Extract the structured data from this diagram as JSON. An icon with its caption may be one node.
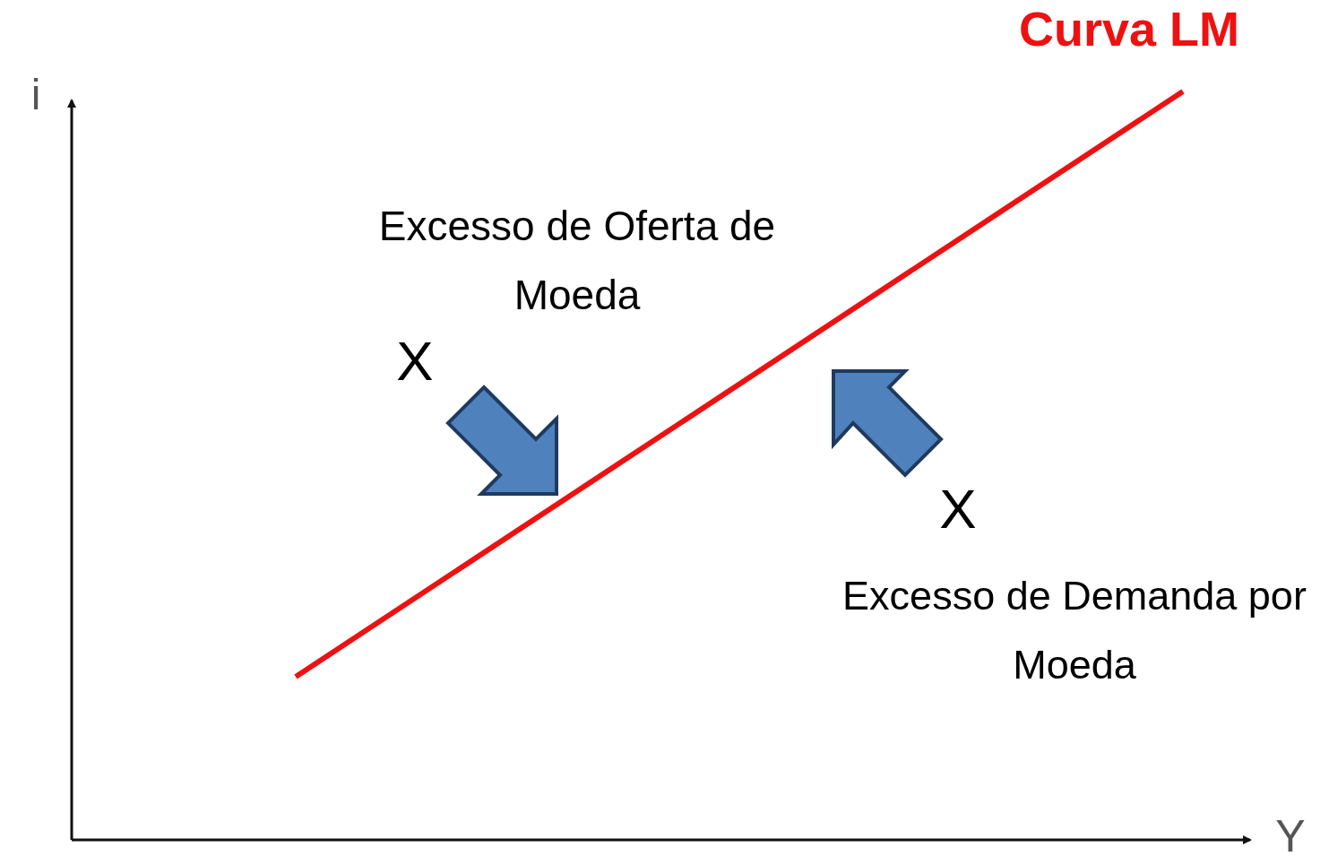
{
  "diagram": {
    "labels": [
      "Curva LM",
      "i",
      "Y",
      "Excesso de Oferta de Moeda",
      "X",
      "X",
      "Excesso de Demanda por Moeda"
    ]
  }
}
